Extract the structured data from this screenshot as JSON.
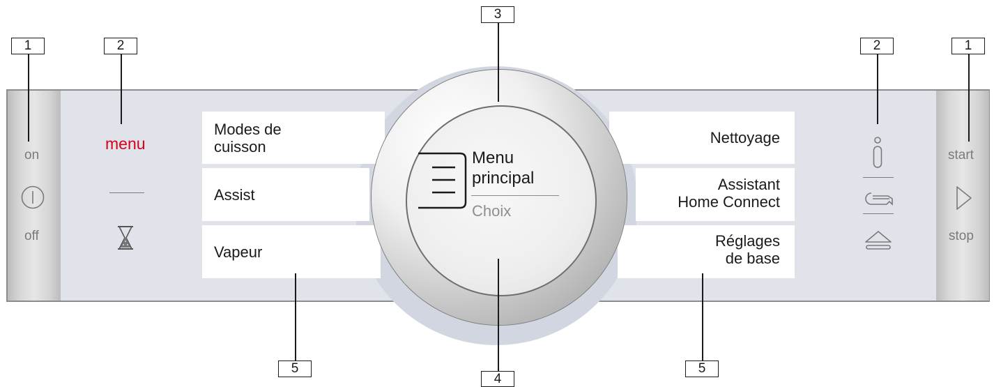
{
  "callouts": {
    "onoff_left": "1",
    "menu_left": "2",
    "knob_top": "3",
    "display": "4",
    "labels_left": "5",
    "labels_right": "5",
    "info_right": "2",
    "startstop_right": "1"
  },
  "left_side": {
    "on": "on",
    "off": "off"
  },
  "left_controls": {
    "menu": "menu"
  },
  "left_labels": {
    "modes_line1": "Modes de",
    "modes_line2": "cuisson",
    "assist": "Assist",
    "vapeur": "Vapeur"
  },
  "display": {
    "line1": "Menu",
    "line2": "principal",
    "sub": "Choix"
  },
  "right_labels": {
    "nettoyage": "Nettoyage",
    "assistant_line1": "Assistant",
    "assistant_line2": "Home Connect",
    "reglages_line1": "Réglages",
    "reglages_line2": "de base"
  },
  "right_side": {
    "start": "start",
    "stop": "stop"
  },
  "icons": {
    "power": "power-icon",
    "timer": "hourglass-icon",
    "info": "info-icon",
    "key": "key-icon",
    "eject": "eject-icon",
    "play": "play-icon",
    "list": "list-icon"
  },
  "colors": {
    "panel": "#e0e3ea",
    "menu_accent": "#d8001c",
    "border": "#8c8c8c",
    "icon_gray": "#7a7a7a"
  }
}
